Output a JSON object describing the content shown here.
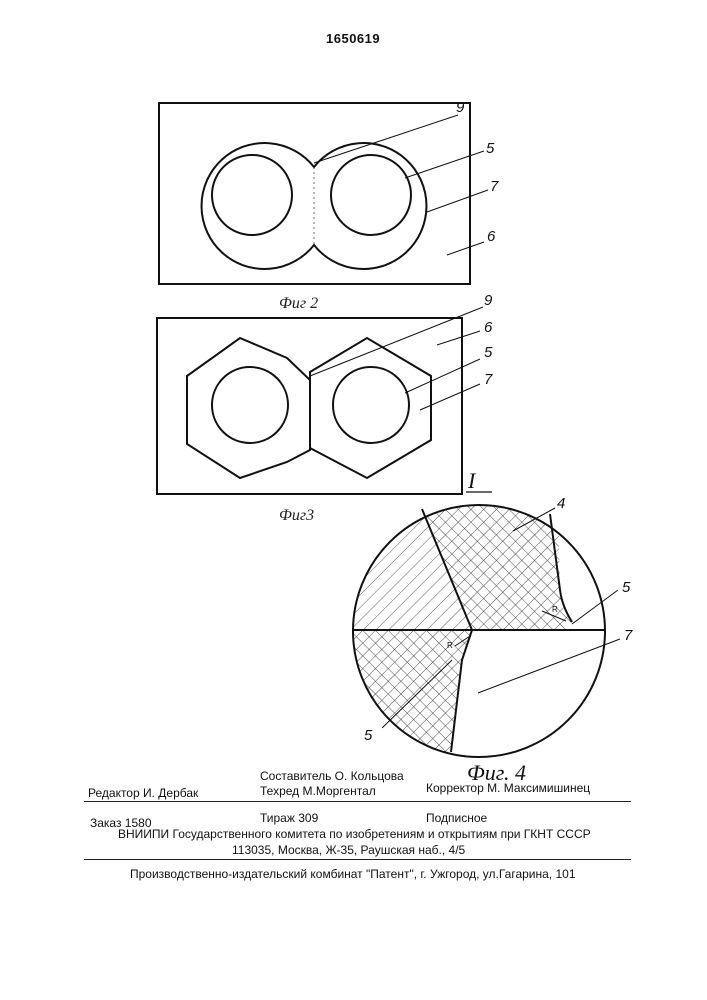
{
  "patent_number": "1650619",
  "figures": {
    "fig2": {
      "caption": "Фиг 2",
      "labels": [
        "9",
        "5",
        "7",
        "6"
      ]
    },
    "fig3": {
      "caption": "Фиг3",
      "labels": [
        "9",
        "6",
        "5",
        "7"
      ]
    },
    "fig4": {
      "caption": "Фиг. 4",
      "detail_mark": "I",
      "labels": [
        "4",
        "5",
        "7",
        "5"
      ],
      "radius_marks": [
        "R",
        "R"
      ]
    }
  },
  "colophon": {
    "editor": "Редактор  И. Дербак",
    "compiler": "Составитель  О. Кольцова",
    "techred": "Техред М.Моргентал",
    "corrector": "Корректор  М. Максимишинец",
    "order": "Заказ  1580",
    "circulation": "Тираж 309",
    "subscription": "Подписное",
    "institute": "ВНИИПИ Государственного комитета по изобретениям и открытиям при ГКНТ СССР",
    "address": "113035, Москва, Ж-35, Раушская наб., 4/5",
    "publisher": "Производственно-издательский комбинат \"Патент\", г. Ужгород, ул.Гагарина, 101"
  }
}
